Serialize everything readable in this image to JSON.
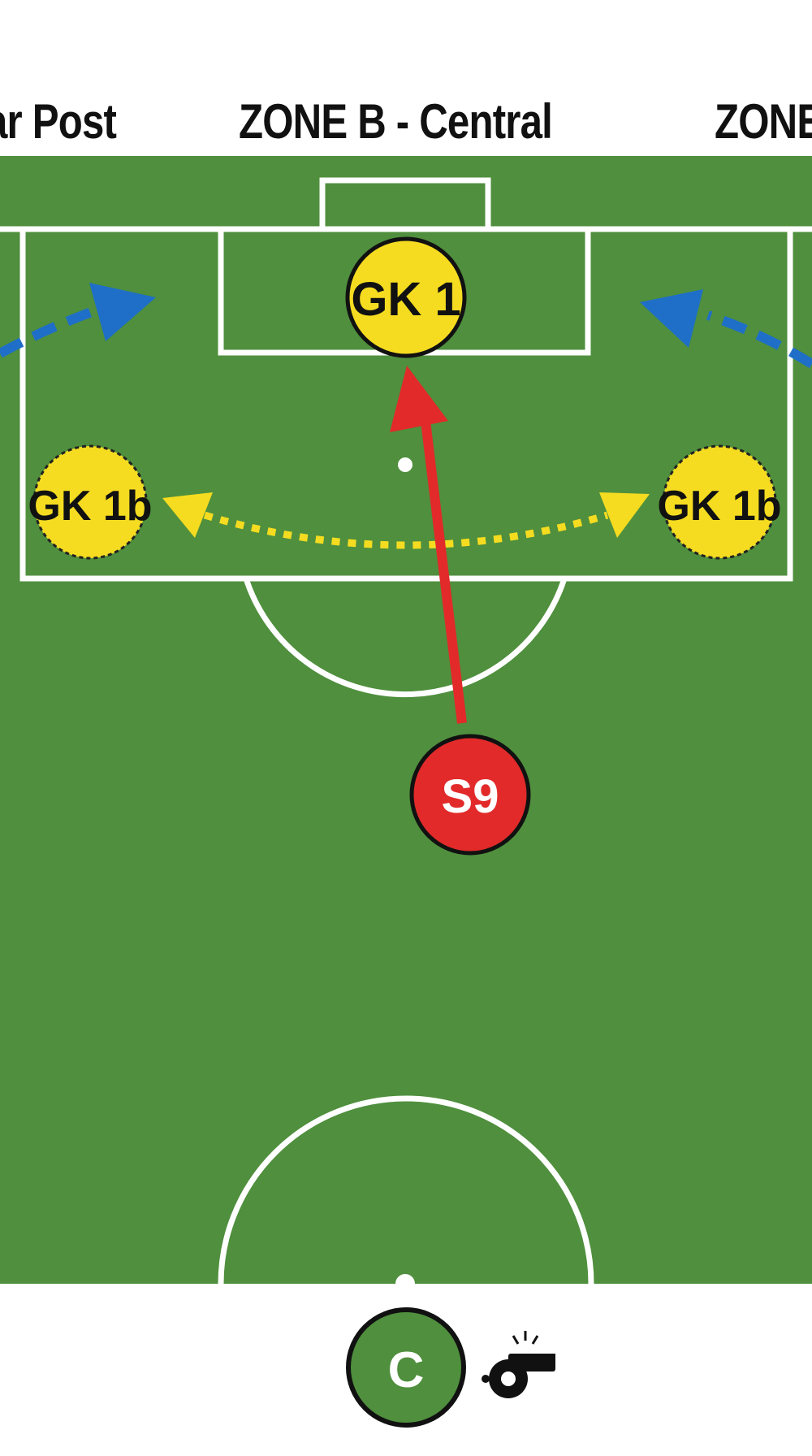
{
  "zones": {
    "left_label": "ar Post",
    "center_label": "ZONE B - Central",
    "right_label": "ZONE"
  },
  "players": {
    "gk1": "GK 1",
    "gk1b_left": "GK 1b",
    "gk1b_right": "GK 1b",
    "striker": "S9",
    "coach": "C"
  },
  "icons": {
    "whistle": "whistle-icon"
  },
  "colors": {
    "pitch": "#4f8f3d",
    "goalkeeper": "#f5dc20",
    "striker": "#e22a2a",
    "coach": "#4f8f3d",
    "arrow_blue": "#1f6fc8",
    "arrow_red": "#e22a2a",
    "arrow_yellow": "#f5dc20"
  }
}
